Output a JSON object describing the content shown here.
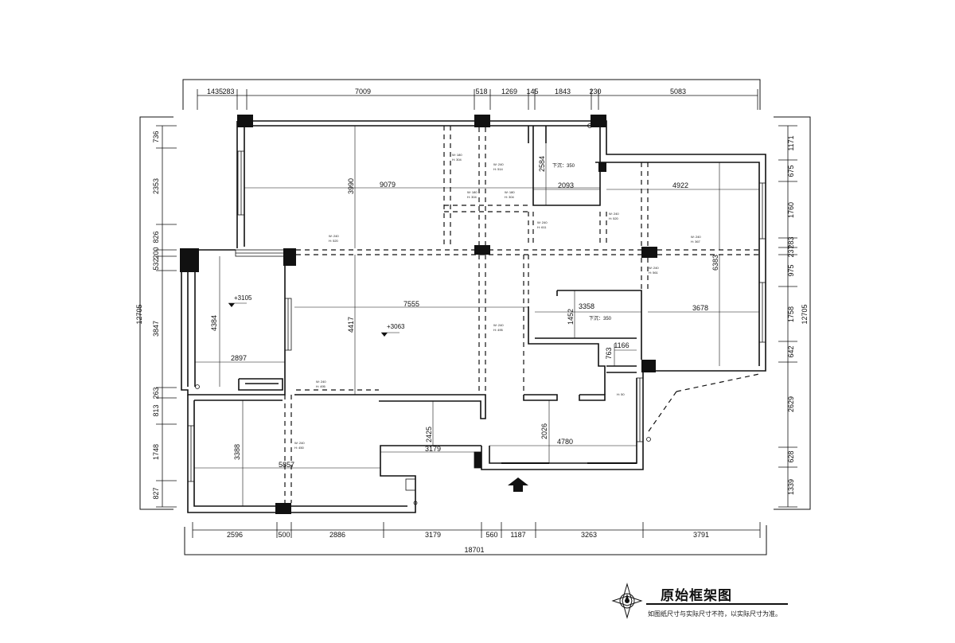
{
  "drawing": {
    "title": "原始框架图",
    "note": "如图纸尺寸与实际尺寸不符，以实际尺寸为准。",
    "overall_width": "18701",
    "overall_height_left": "12705",
    "overall_height_right": "12705"
  },
  "dims_top": [
    "1435",
    "283",
    "7009",
    "518",
    "1269",
    "145",
    "1843",
    "230",
    "5083"
  ],
  "dims_bottom": [
    "2596",
    "500",
    "2886",
    "3179",
    "560",
    "1187",
    "3263",
    "3791"
  ],
  "dims_left": [
    "736",
    "2353",
    "826",
    "200",
    "532",
    "3847",
    "263",
    "813",
    "1748",
    "827"
  ],
  "dims_right": [
    "1171",
    "675",
    "1760",
    "283",
    "237",
    "975",
    "1758",
    "642",
    "2629",
    "628",
    "1339"
  ],
  "interior_dims": [
    "9079",
    "3990",
    "2584",
    "2093",
    "4922",
    "6383",
    "7555",
    "4417",
    "3358",
    "1452",
    "3678",
    "763",
    "1166",
    "4384",
    "2897",
    "3388",
    "5857",
    "2425",
    "3179",
    "2026",
    "4780"
  ],
  "level_marks": [
    "+3105",
    "+3063"
  ],
  "beam_notes": {
    "b1a": "W: 180",
    "b1b": "H: 304",
    "b2a": "W: 240",
    "b2b": "H: 514",
    "b3a": "W: 180",
    "b3b": "H: 304",
    "b4a": "W: 180",
    "b4b": "H: 304",
    "b5a": "W: 240",
    "b5b": "H: 611",
    "b6a": "W: 240",
    "b6b": "H: 520",
    "b7a": "W: 240",
    "b7b": "H: 520",
    "b8a": "W: 240",
    "b8b": "H: 367",
    "b9a": "W: 240",
    "b9b": "H: 561",
    "b10a": "W: 240",
    "b10b": "H: 495",
    "b11a": "W: 240",
    "b11b": "H: 495",
    "b12a": "W: 240",
    "b12b": "H: 450",
    "b13": "H: 50"
  },
  "drop_ceilings": [
    "下沉：350",
    "下沉：350"
  ]
}
